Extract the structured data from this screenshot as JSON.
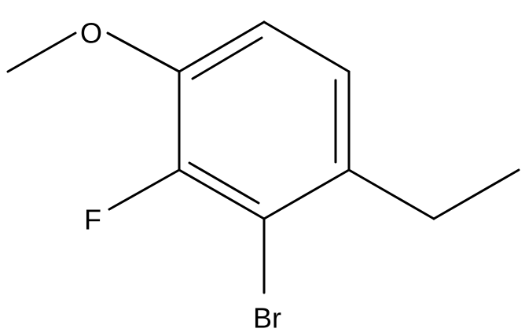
{
  "atoms": {
    "oxygen": "O",
    "fluorine": "F",
    "bromine": "Br"
  },
  "colors": {
    "bond": "#000000",
    "label": "#000000",
    "background": "#ffffff"
  }
}
